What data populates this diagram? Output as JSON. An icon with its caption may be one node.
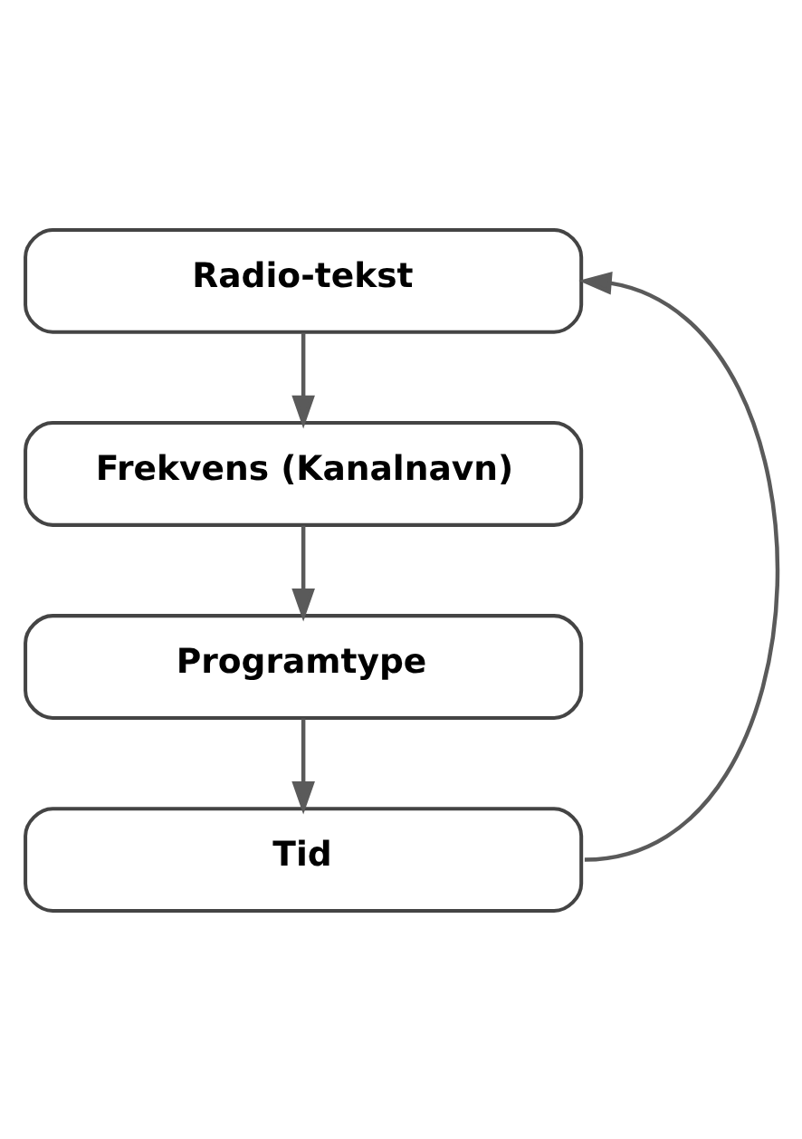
{
  "diagram": {
    "nodes": [
      {
        "text": [
          "Radio-tekst"
        ]
      },
      {
        "text": [
          "Frekvens (Kanalnavn)"
        ]
      },
      {
        "text": [
          "Programtype"
        ]
      },
      {
        "text": [
          "Tid"
        ]
      }
    ],
    "edges": [
      {
        "from": 0,
        "to": 1,
        "arrow": "to"
      },
      {
        "from": 1,
        "to": 2,
        "arrow": "to"
      },
      {
        "from": 2,
        "to": 3,
        "arrow": "to"
      },
      {
        "from": 3,
        "to": 0,
        "arrow": "to"
      }
    ]
  }
}
